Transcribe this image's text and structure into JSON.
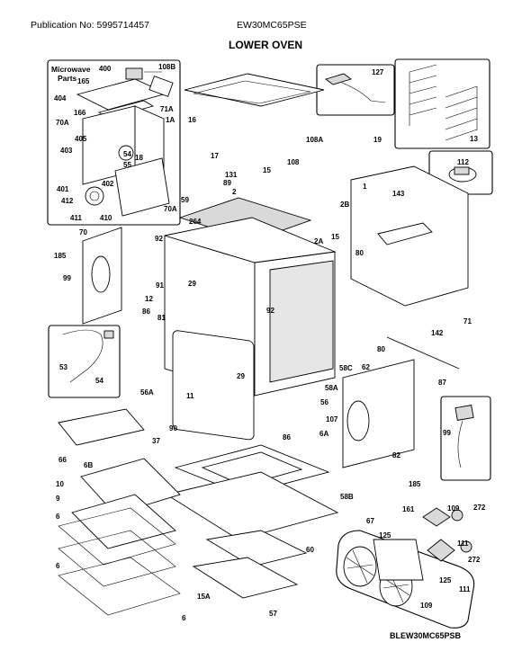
{
  "header": {
    "publication": "Publication No: 5995714457",
    "model": "EW30MC65PSE",
    "section_title": "LOWER OVEN"
  },
  "footer": {
    "code": "BLEW30MC65PSB"
  },
  "inset_titles": {
    "microwave": "Microwave\nParts"
  },
  "callouts": [
    "400",
    "108B",
    "165",
    "404",
    "166",
    "71A",
    "1A",
    "70A",
    "405",
    "54",
    "403",
    "18",
    "55",
    "402",
    "401",
    "412",
    "411",
    "410",
    "70A",
    "16",
    "17",
    "127",
    "13",
    "108A",
    "19",
    "108",
    "15",
    "131",
    "89",
    "2",
    "112",
    "59",
    "264",
    "2B",
    "1",
    "143",
    "92",
    "2A",
    "15",
    "70",
    "185",
    "91",
    "29",
    "99",
    "80",
    "12",
    "92",
    "86",
    "53",
    "54",
    "11",
    "29",
    "81",
    "56A",
    "62",
    "142",
    "80",
    "71",
    "58C",
    "58A",
    "56",
    "87",
    "90",
    "86",
    "37",
    "66",
    "6B",
    "10",
    "9",
    "6",
    "6",
    "6",
    "6A",
    "58B",
    "82",
    "185",
    "99",
    "15A",
    "57",
    "60",
    "67",
    "161",
    "109",
    "272",
    "125",
    "111",
    "272",
    "125",
    "111",
    "109",
    "107",
    "70"
  ]
}
